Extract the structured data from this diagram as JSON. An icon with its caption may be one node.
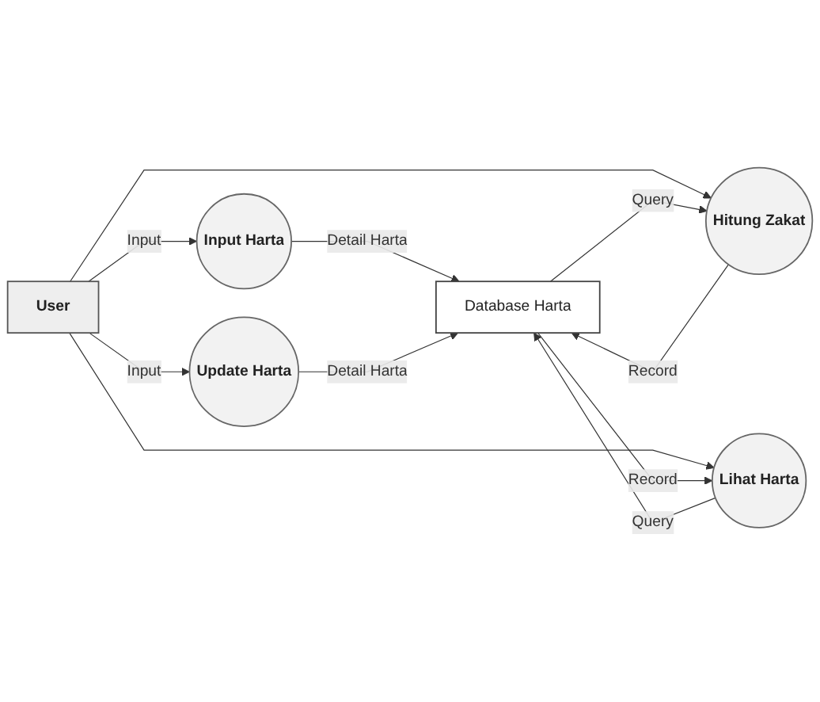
{
  "diagram": {
    "nodes": [
      {
        "text": [
          "User"
        ]
      },
      {
        "text": [
          "Input Harta"
        ]
      },
      {
        "text": [
          "Hitung Zakat"
        ]
      },
      {
        "text": [
          "Lihat Harta"
        ]
      },
      {
        "text": [
          "Update Harta"
        ]
      },
      {
        "text": [
          "Database Harta"
        ]
      }
    ],
    "edges": [
      {
        "from": 0,
        "to": 1,
        "arrow": "to",
        "label": "Input"
      },
      {
        "from": 0,
        "to": 2,
        "arrow": "to"
      },
      {
        "from": 0,
        "to": 3,
        "arrow": "to"
      },
      {
        "from": 0,
        "to": 4,
        "arrow": "to",
        "label": "Input"
      },
      {
        "from": 1,
        "to": 5,
        "arrow": "to",
        "label": "Detail Harta"
      },
      {
        "from": 2,
        "to": 5,
        "arrow": "to",
        "label": "Record"
      },
      {
        "from": 5,
        "to": 2,
        "arrow": "to",
        "label": "Query"
      },
      {
        "from": 5,
        "to": 3,
        "arrow": "to",
        "label": "Record"
      },
      {
        "from": 3,
        "to": 5,
        "arrow": "to",
        "label": "Query"
      },
      {
        "from": 4,
        "to": 5,
        "arrow": "to",
        "label": "Detail Harta"
      }
    ]
  }
}
